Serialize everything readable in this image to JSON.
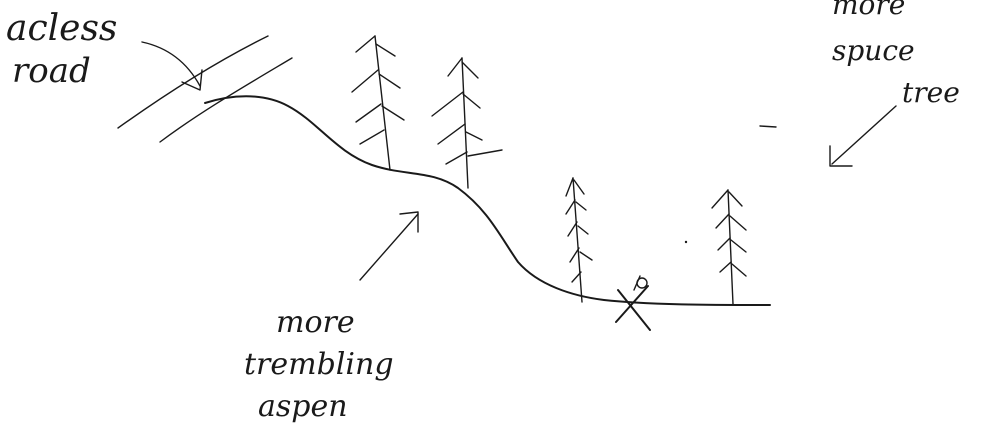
{
  "labels": {
    "access_road": [
      "acless",
      "road"
    ],
    "more_spruce": [
      "more",
      "spuce",
      "tree"
    ],
    "more_aspen": [
      "more",
      "trembling",
      "aspen"
    ]
  },
  "icons": {
    "tree": "spruce-tree-icon",
    "plot_marker": "x-marker-icon"
  }
}
